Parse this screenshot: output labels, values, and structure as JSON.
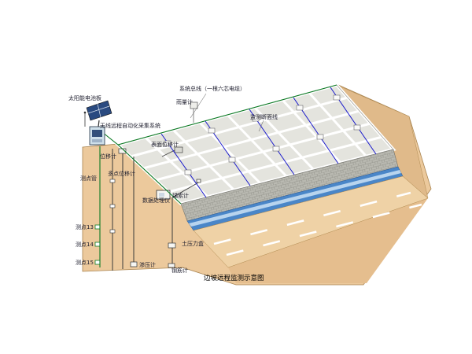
{
  "diagram": {
    "caption": "边坡远程监测示意图",
    "labels": {
      "solar_panel": "太阳能电池板",
      "system_bus": "系统总线（一根六芯电缆）",
      "rain_gauge": "雨量计",
      "monitoring_section_line": "监测断面线",
      "wireless_system": "无线远程自动化采集系统",
      "surface_displacement_meter": "表面位移计",
      "displacement_meter": "位移计",
      "measuring_point_tube": "测点管",
      "multipoint_displacement_meter": "多点位移计",
      "data_processor": "数据处理仪",
      "anchor_cable_meter": "锚索计",
      "point_13": "测点13",
      "point_14": "测点14",
      "point_15": "测点15",
      "seepage_meter": "渗压计",
      "earth_pressure_cell": "土压力盒",
      "rebar_meter": "钢筋计"
    },
    "colors": {
      "ground": "#ECC99C",
      "ground_side": "#E0BA8A",
      "ground_front": "#E5BE8E",
      "slope_face": "#E4E4DE",
      "grid_line": "#FFFFFF",
      "retaining_wall": "#B9B9B1",
      "channel": "#4A86C8",
      "road": "#EFD2A6",
      "cable_green": "#0B7A23",
      "cable_blue": "#1A1ACC",
      "label_text": "#1E1E2E"
    }
  }
}
